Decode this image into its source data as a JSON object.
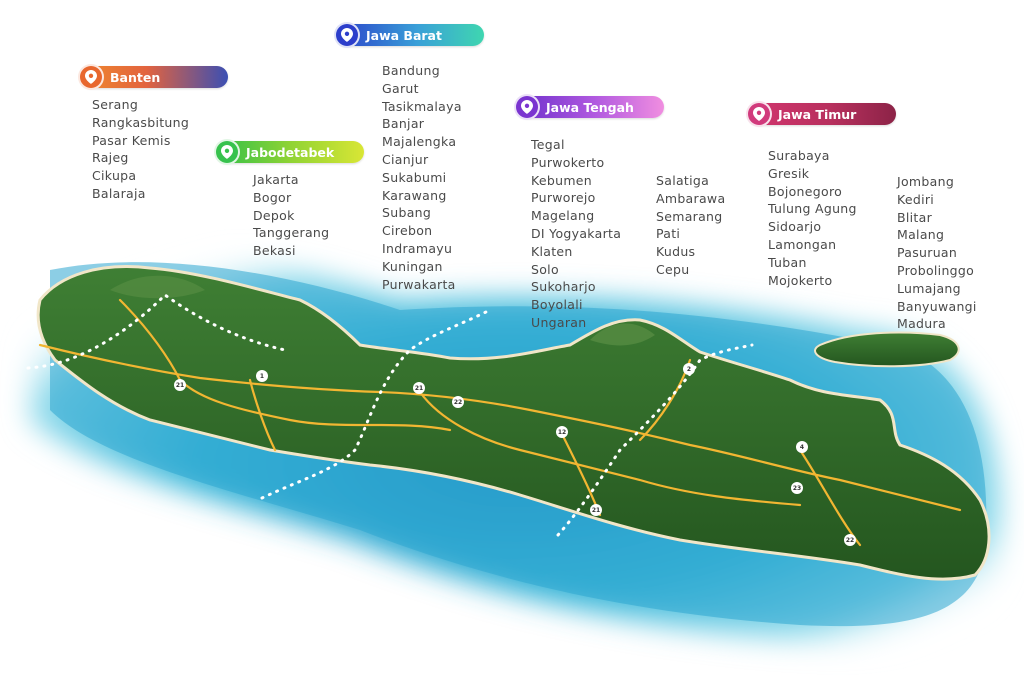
{
  "regions": [
    {
      "name": "Banten",
      "cities": [
        "Serang",
        "Rangkasbitung",
        "Pasar Kemis",
        "Rajeg",
        "Cikupa",
        "Balaraja"
      ]
    },
    {
      "name": "Jabodetabek",
      "cities": [
        "Jakarta",
        "Bogor",
        "Depok",
        "Tanggerang",
        "Bekasi"
      ]
    },
    {
      "name": "Jawa Barat",
      "cities": [
        "Bandung",
        "Garut",
        "Tasikmalaya",
        "Banjar",
        "Majalengka",
        "Cianjur",
        "Sukabumi",
        "Karawang",
        "Subang",
        "Cirebon",
        "Indramayu",
        "Kuningan",
        "Purwakarta"
      ]
    },
    {
      "name": "Jawa Tengah",
      "cities": [
        "Tegal",
        "Purwokerto",
        "Kebumen",
        "Purworejo",
        "Magelang",
        "DI Yogyakarta",
        "Klaten",
        "Solo",
        "Sukoharjo",
        "Boyolali",
        "Ungaran"
      ],
      "cities_col2": [
        "Salatiga",
        "Ambarawa",
        "Semarang",
        "Pati",
        "Kudus",
        "Cepu"
      ]
    },
    {
      "name": "Jawa Timur",
      "cities": [
        "Surabaya",
        "Gresik",
        "Bojonegoro",
        "Tulung Agung",
        "Sidoarjo",
        "Lamongan",
        "Tuban",
        "Mojokerto"
      ],
      "cities_col2": [
        "Jombang",
        "Kediri",
        "Blitar",
        "Malang",
        "Pasuruan",
        "Probolinggo",
        "Lumajang",
        "Banyuwangi",
        "Madura"
      ]
    }
  ],
  "road_markers": [
    "21",
    "1",
    "21",
    "22",
    "12",
    "2",
    "4",
    "23",
    "22",
    "21"
  ],
  "colors": {
    "sea": "#3fb8d6",
    "land": "#2f6b2c",
    "road": "#f2b632",
    "beach": "#f1e6c8"
  }
}
